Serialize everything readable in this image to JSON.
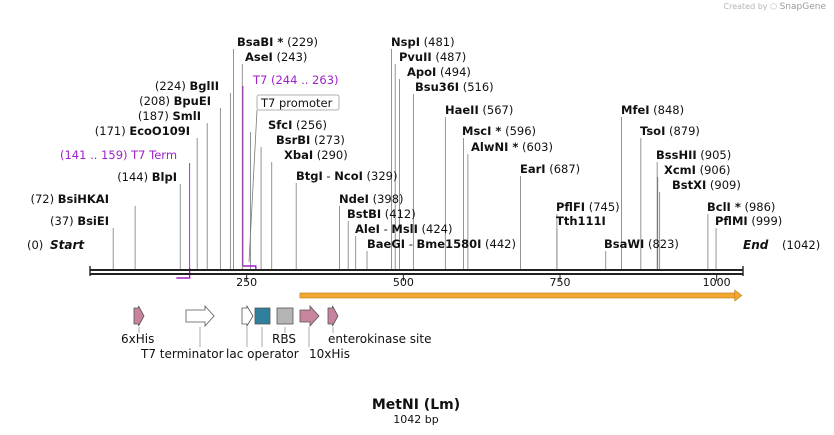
{
  "watermark": {
    "prefix": "Created by",
    "brand": "SnapGene",
    "icon": "snapgene-logo"
  },
  "title": "MetNI (Lm)",
  "subtitle": "1042 bp",
  "sequence_length": 1042,
  "ticks": [
    250,
    500,
    750,
    1000
  ],
  "start_label": {
    "pos": "(0)",
    "name": "Start"
  },
  "end_label": {
    "name": "End",
    "pos": "(1042)"
  },
  "sites": [
    {
      "name": "BsiEI",
      "pos": "(37)",
      "bp": 37
    },
    {
      "name": "BsiHKAI",
      "pos": "(72)",
      "bp": 72
    },
    {
      "name": "BlpI",
      "pos": "(144)",
      "bp": 144
    },
    {
      "name": "EcoO109I",
      "pos": "(171)",
      "bp": 171
    },
    {
      "name": "SmlI",
      "pos": "(187)",
      "bp": 187
    },
    {
      "name": "BpuEI",
      "pos": "(208)",
      "bp": 208
    },
    {
      "name": "BglII",
      "pos": "(224)",
      "bp": 224
    },
    {
      "name": "BsaBI",
      "star": " *",
      "pos": "(229)",
      "bp": 229
    },
    {
      "name": "AseI",
      "pos": "(243)",
      "bp": 243
    },
    {
      "name": "SfcI",
      "pos": "(256)",
      "bp": 256
    },
    {
      "name": "BsrBI",
      "pos": "(273)",
      "bp": 273
    },
    {
      "name": "XbaI",
      "pos": "(290)",
      "bp": 290
    },
    {
      "name": "BtgI",
      "joiner": " - ",
      "name2": "NcoI",
      "pos": "(329)",
      "bp": 329
    },
    {
      "name": "NdeI",
      "pos": "(398)",
      "bp": 398
    },
    {
      "name": "BstBI",
      "pos": "(412)",
      "bp": 412
    },
    {
      "name": "AleI",
      "joiner": " - ",
      "name2": "MslI",
      "pos": "(424)",
      "bp": 424
    },
    {
      "name": "BaeGI",
      "joiner": " - ",
      "name2": "Bme1580I",
      "pos": "(442)",
      "bp": 442
    },
    {
      "name": "NspI",
      "pos": "(481)",
      "bp": 481
    },
    {
      "name": "PvuII",
      "pos": "(487)",
      "bp": 487
    },
    {
      "name": "ApoI",
      "pos": "(494)",
      "bp": 494
    },
    {
      "name": "Bsu36I",
      "pos": "(516)",
      "bp": 516
    },
    {
      "name": "HaeII",
      "pos": "(567)",
      "bp": 567
    },
    {
      "name": "MscI",
      "star": " *",
      "pos": "(596)",
      "bp": 596
    },
    {
      "name": "AlwNI",
      "star": " *",
      "pos": "(603)",
      "bp": 603
    },
    {
      "name": "EarI",
      "pos": "(687)",
      "bp": 687
    },
    {
      "name": "PflFI",
      "pos": "(745)",
      "bp": 745
    },
    {
      "name": "Tth111I",
      "pos": "",
      "bp": 745
    },
    {
      "name": "BsaWI",
      "pos": "(823)",
      "bp": 823
    },
    {
      "name": "MfeI",
      "pos": "(848)",
      "bp": 848
    },
    {
      "name": "TsoI",
      "pos": "(879)",
      "bp": 879
    },
    {
      "name": "BssHII",
      "pos": "(905)",
      "bp": 905
    },
    {
      "name": "XcmI",
      "pos": "(906)",
      "bp": 906
    },
    {
      "name": "BstXI",
      "pos": "(909)",
      "bp": 909
    },
    {
      "name": "BclI",
      "star": " *",
      "pos": "(986)",
      "bp": 986
    },
    {
      "name": "PflMI",
      "pos": "(999)",
      "bp": 999
    }
  ],
  "primers": [
    {
      "name": "T7 Term",
      "pos": "(141 .. 159)",
      "start": 141,
      "end": 159,
      "color": "#a020c8"
    },
    {
      "name": "T7",
      "pos": "(244 .. 263)",
      "start": 244,
      "end": 263,
      "color": "#a020c8"
    }
  ],
  "boxed_labels": [
    "T7 promoter"
  ],
  "orf": {
    "start": 335,
    "end": 1040,
    "color": "#f0a830"
  },
  "features": [
    {
      "name": "6xHis",
      "color": "#c8849e",
      "icon": "arrow-feature"
    },
    {
      "name": "T7 terminator",
      "color": "#ffffff",
      "icon": "arrow-feature"
    },
    {
      "name": "lac operator",
      "color": "#2f7f9e",
      "icon": "box-feature"
    },
    {
      "name": "RBS",
      "color": "#b4b4b4",
      "icon": "box-feature"
    },
    {
      "name": "10xHis",
      "color": "#c8849e",
      "icon": "arrow-feature"
    },
    {
      "name": "enterokinase site",
      "color": "#c8849e",
      "icon": "arrow-feature"
    }
  ]
}
